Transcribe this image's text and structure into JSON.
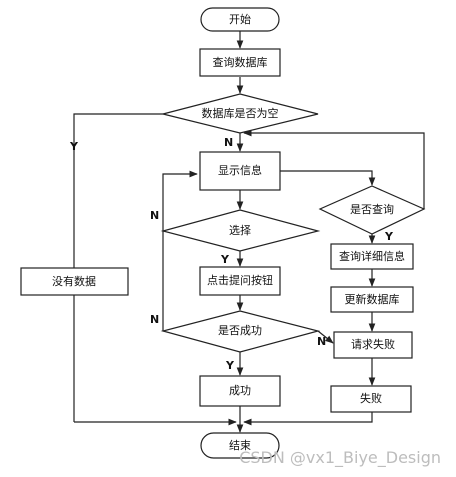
{
  "nodes": {
    "start": "开始",
    "query_db": "查询数据库",
    "db_empty": "数据库是否为空",
    "show_info": "显示信息",
    "choose": "选择",
    "click_btn": "点击提问按钮",
    "is_success": "是否成功",
    "success": "成功",
    "is_query": "是否查询",
    "query_detail": "查询详细信息",
    "update_db": "更新数据库",
    "req_fail": "请求失败",
    "fail": "失败",
    "no_data": "没有数据",
    "end": "结束"
  },
  "flags": {
    "y_empty": "Y",
    "n_empty": "N",
    "n_choose": "N",
    "y_choose": "Y",
    "n_success": "N",
    "y_success": "Y",
    "y_query": "Y",
    "n_req": "N"
  },
  "watermark": "CSDN @vx1_Biye_Design"
}
